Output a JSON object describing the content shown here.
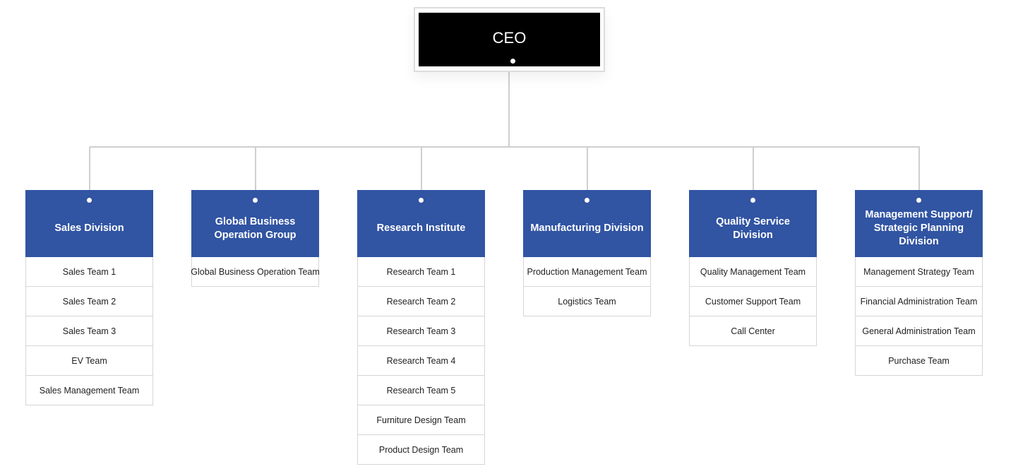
{
  "ceo": {
    "label": "CEO"
  },
  "divisions": [
    {
      "name": "Sales Division",
      "teams": [
        "Sales Team 1",
        "Sales Team 2",
        "Sales Team 3",
        "EV Team",
        "Sales Management Team"
      ]
    },
    {
      "name": "Global Business Operation Group",
      "teams": [
        "Global Business Operation Team"
      ]
    },
    {
      "name": "Research Institute",
      "teams": [
        "Research Team 1",
        "Research Team 2",
        "Research Team 3",
        "Research Team 4",
        "Research Team 5",
        "Furniture Design Team",
        "Product Design Team"
      ]
    },
    {
      "name": "Manufacturing Division",
      "teams": [
        "Production Management Team",
        "Logistics Team"
      ]
    },
    {
      "name": "Quality Service Division",
      "teams": [
        "Quality Management Team",
        "Customer Support Team",
        "Call Center"
      ]
    },
    {
      "name": "Management Support/ Strategic Planning Division",
      "teams": [
        "Management Strategy Team",
        "Financial Administration Team",
        "General Administration Team",
        "Purchase Team"
      ]
    }
  ],
  "colors": {
    "ceo_box": "#000000",
    "division_header": "#3154a3",
    "connector": "#cfcfcf",
    "team_border": "#d6d6d6"
  }
}
